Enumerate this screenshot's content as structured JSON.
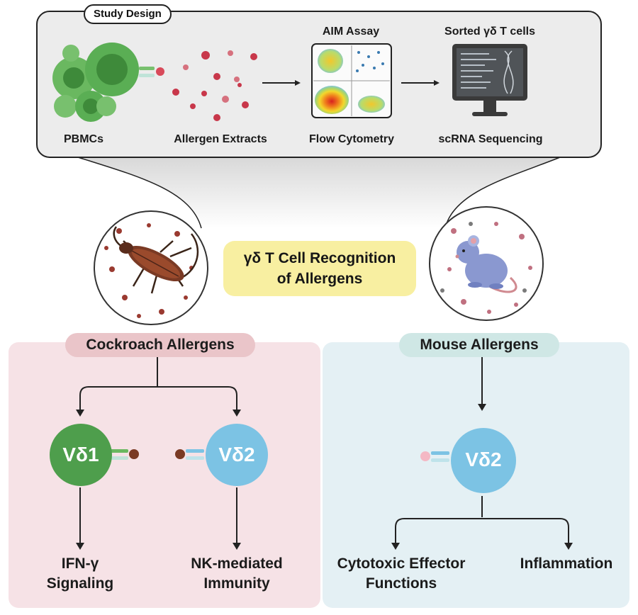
{
  "study": {
    "title": "Study Design",
    "step_labels": [
      "PBMCs",
      "Allergen Extracts",
      "Flow Cytometry",
      "scRNA Sequencing"
    ],
    "step_headers": [
      "AIM Assay",
      "Sorted γδ T cells"
    ]
  },
  "center": {
    "line1": "γδ T Cell Recognition",
    "line2": "of Allergens"
  },
  "left_panel": {
    "title": "Cockroach Allergens",
    "cell_a": "Vδ1",
    "cell_b": "Vδ2",
    "out_a_line1": "IFN-γ",
    "out_a_line2": "Signaling",
    "out_b_line1": "NK-mediated",
    "out_b_line2": "Immunity"
  },
  "right_panel": {
    "title": "Mouse Allergens",
    "cell": "Vδ2",
    "out_a_line1": "Cytotoxic Effector",
    "out_a_line2": "Functions",
    "out_b": "Inflammation"
  },
  "colors": {
    "panel_left": "#f6e2e6",
    "panel_right": "#e4f0f4",
    "vd1_green": "#4e9e4c",
    "vd2_blue": "#7cc3e4",
    "pill_yellow": "#f8efa1"
  }
}
